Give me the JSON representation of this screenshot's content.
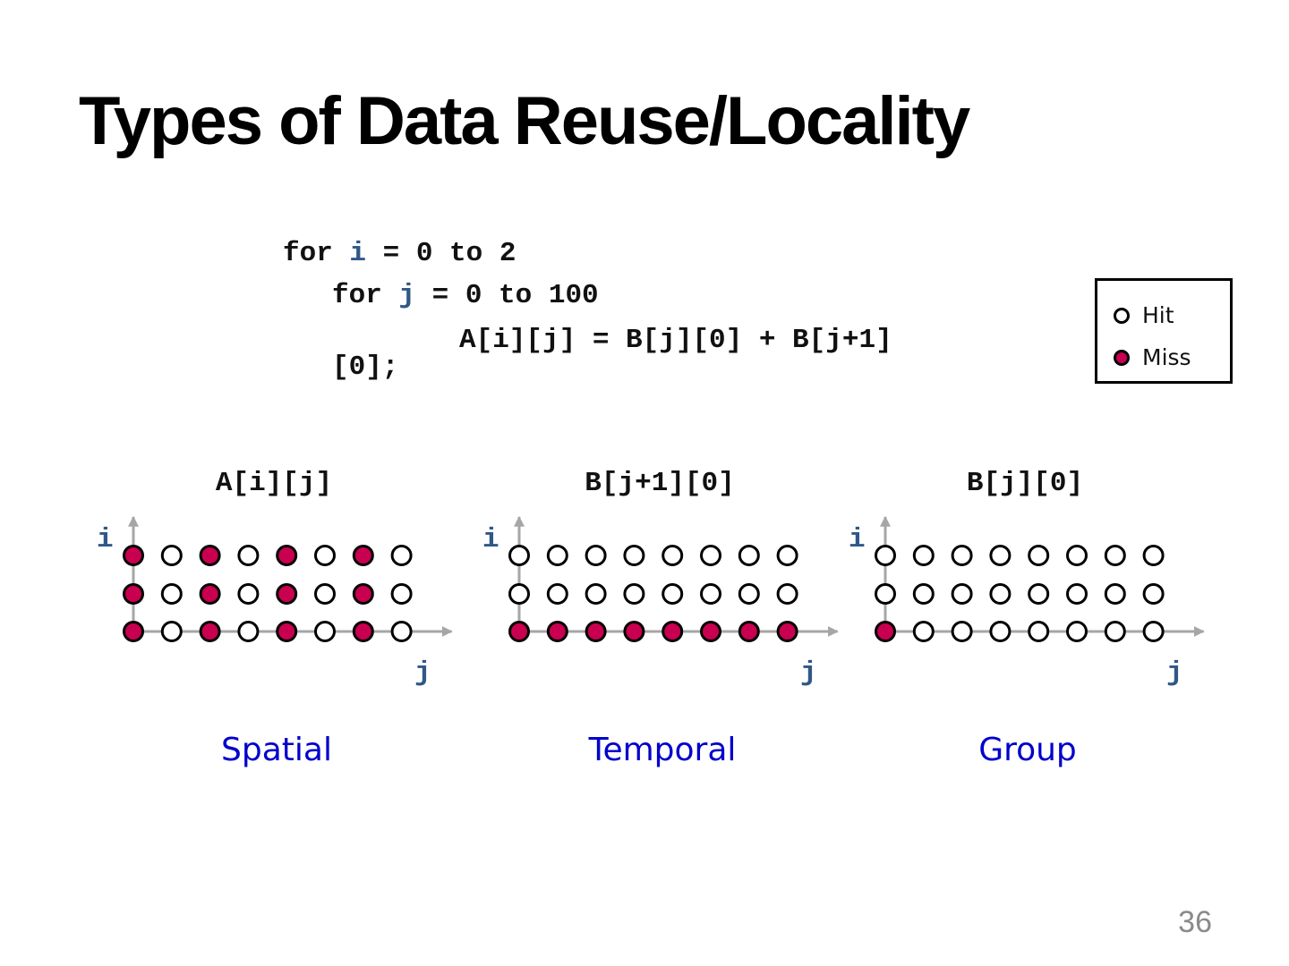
{
  "slide": {
    "title": "Types of Data Reuse/Locality",
    "page_number": "36"
  },
  "code": {
    "line1": {
      "a": "for ",
      "var": "i",
      "b": " = 0 to 2"
    },
    "line2": {
      "a": "for ",
      "var": "j",
      "b": " = 0 to 100"
    },
    "line3a": "A[i][j] = B[j][0] + B[j+1]",
    "line3b": "[0];"
  },
  "legend": {
    "hit_label": "Hit",
    "miss_label": "Miss"
  },
  "colors": {
    "miss": "#c8004f",
    "hit": "#ffffff",
    "axis": "#a6a6a6",
    "axis_label": "#2f5888",
    "caption": "#0000cc"
  },
  "panels": [
    {
      "heading": "A[i][j]",
      "caption": "Spatial",
      "y_label": "i",
      "x_label": "j",
      "grid": [
        [
          "miss",
          "hit",
          "miss",
          "hit",
          "miss",
          "hit",
          "miss",
          "hit"
        ],
        [
          "miss",
          "hit",
          "miss",
          "hit",
          "miss",
          "hit",
          "miss",
          "hit"
        ],
        [
          "miss",
          "hit",
          "miss",
          "hit",
          "miss",
          "hit",
          "miss",
          "hit"
        ]
      ]
    },
    {
      "heading": "B[j+1][0]",
      "caption": "Temporal",
      "y_label": "i",
      "x_label": "j",
      "grid": [
        [
          "hit",
          "hit",
          "hit",
          "hit",
          "hit",
          "hit",
          "hit",
          "hit"
        ],
        [
          "hit",
          "hit",
          "hit",
          "hit",
          "hit",
          "hit",
          "hit",
          "hit"
        ],
        [
          "miss",
          "miss",
          "miss",
          "miss",
          "miss",
          "miss",
          "miss",
          "miss"
        ]
      ]
    },
    {
      "heading": "B[j][0]",
      "caption": "Group",
      "y_label": "i",
      "x_label": "j",
      "grid": [
        [
          "hit",
          "hit",
          "hit",
          "hit",
          "hit",
          "hit",
          "hit",
          "hit"
        ],
        [
          "hit",
          "hit",
          "hit",
          "hit",
          "hit",
          "hit",
          "hit",
          "hit"
        ],
        [
          "miss",
          "hit",
          "hit",
          "hit",
          "hit",
          "hit",
          "hit",
          "hit"
        ]
      ]
    }
  ]
}
